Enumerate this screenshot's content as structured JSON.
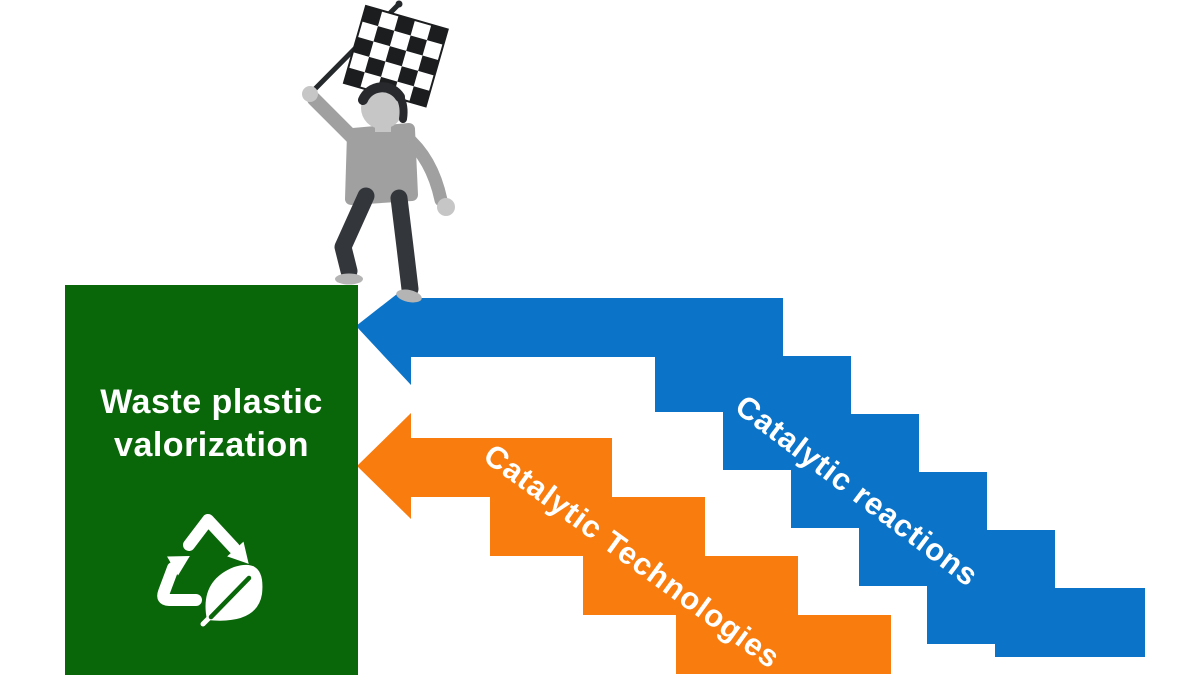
{
  "figure": {
    "box": {
      "title_line1": "Waste plastic",
      "title_line2": "valorization"
    },
    "arrows": {
      "blue": {
        "label": "Catalytic reactions"
      },
      "orange": {
        "label": "Catalytic Technologies"
      }
    },
    "colors": {
      "box_green": "#096609",
      "arrow_blue": "#0b74c8",
      "arrow_orange": "#f87d0e"
    },
    "icons": {
      "recycle": "recycle-leaf-icon",
      "flag": "checkered-flag-icon"
    }
  }
}
